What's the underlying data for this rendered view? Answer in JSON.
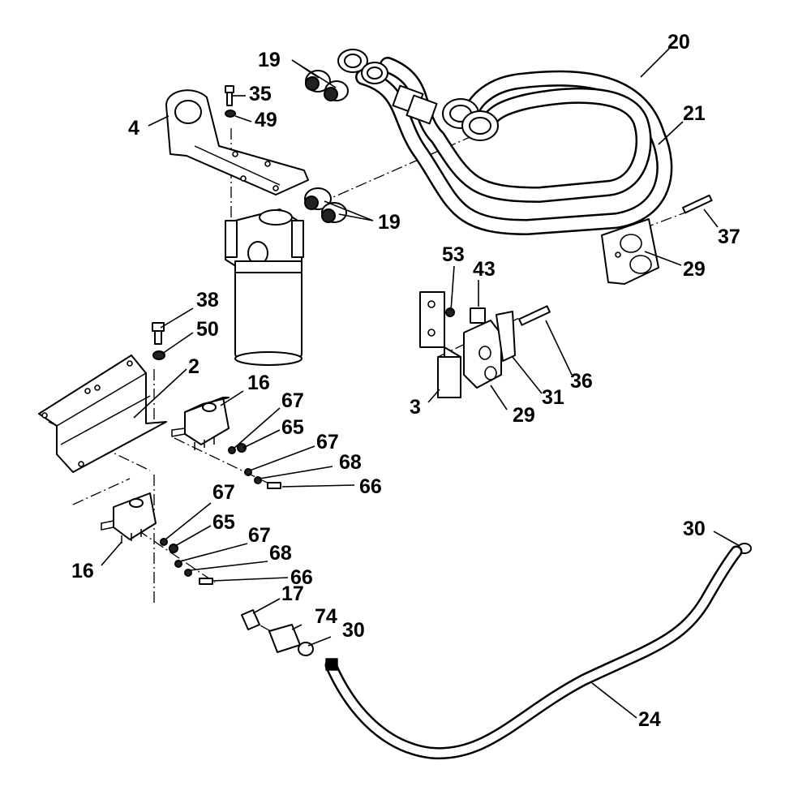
{
  "callouts": [
    {
      "id": "c19a",
      "text": "19"
    },
    {
      "id": "c20",
      "text": "20"
    },
    {
      "id": "c35",
      "text": "35"
    },
    {
      "id": "c4",
      "text": "4"
    },
    {
      "id": "c49",
      "text": "49"
    },
    {
      "id": "c21",
      "text": "21"
    },
    {
      "id": "c19b",
      "text": "19"
    },
    {
      "id": "c37",
      "text": "37"
    },
    {
      "id": "c29a",
      "text": "29"
    },
    {
      "id": "c53",
      "text": "53"
    },
    {
      "id": "c43",
      "text": "43"
    },
    {
      "id": "c38",
      "text": "38"
    },
    {
      "id": "c50",
      "text": "50"
    },
    {
      "id": "c2",
      "text": "2"
    },
    {
      "id": "c16a",
      "text": "16"
    },
    {
      "id": "c67a",
      "text": "67"
    },
    {
      "id": "c65a",
      "text": "65"
    },
    {
      "id": "c67b",
      "text": "67"
    },
    {
      "id": "c68a",
      "text": "68"
    },
    {
      "id": "c66a",
      "text": "66"
    },
    {
      "id": "c3",
      "text": "3"
    },
    {
      "id": "c29b",
      "text": "29"
    },
    {
      "id": "c31",
      "text": "31"
    },
    {
      "id": "c36",
      "text": "36"
    },
    {
      "id": "c67c",
      "text": "67"
    },
    {
      "id": "c65b",
      "text": "65"
    },
    {
      "id": "c67d",
      "text": "67"
    },
    {
      "id": "c68b",
      "text": "68"
    },
    {
      "id": "c66b",
      "text": "66"
    },
    {
      "id": "c16b",
      "text": "16"
    },
    {
      "id": "c17",
      "text": "17"
    },
    {
      "id": "c74",
      "text": "74"
    },
    {
      "id": "c30a",
      "text": "30"
    },
    {
      "id": "c30b",
      "text": "30"
    },
    {
      "id": "c24",
      "text": "24"
    }
  ]
}
